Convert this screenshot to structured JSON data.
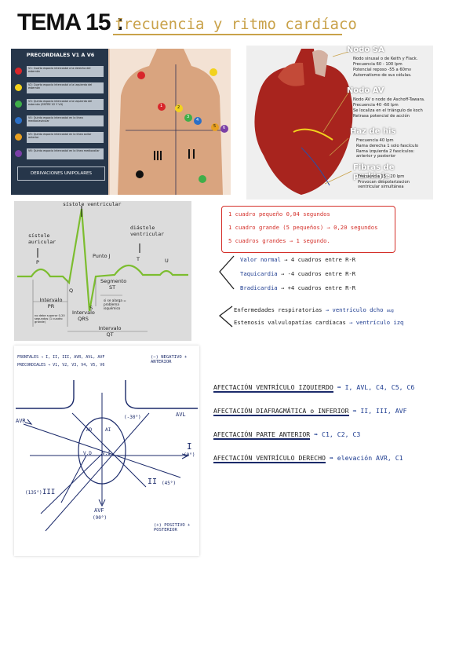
{
  "title": {
    "main": "TEMA 15",
    "colon": ":",
    "subtitle": "frecuencia y ritmo cardíaco"
  },
  "precordiales": {
    "header": "PRECORDIALES V1 A V6",
    "items": [
      {
        "text": "V1: Cuarto espacio intercostal a la derecha del esternón",
        "color": "#d8262a"
      },
      {
        "text": "V2: Cuarto espacio intercostal a la izquierda del esternón",
        "color": "#f2d21d"
      },
      {
        "text": "V3: Quinto espacio intercostal a la izquierda del esternón (ENTRE V2 Y V4)",
        "color": "#3fae49"
      },
      {
        "text": "V4: Quinto espacio intercostal en la línea medioclavicular",
        "color": "#2b6fc6"
      },
      {
        "text": "V5: Quinto espacio intercostal en la línea axilar anterior",
        "color": "#e8a021"
      },
      {
        "text": "V6: Quinto espacio intercostal en la línea medioaxilar",
        "color": "#7a3fa6"
      }
    ],
    "footer": "DERIVACIONES UNIPOLARES",
    "torso_numbers": [
      "1",
      "2",
      "3",
      "4",
      "5",
      "6"
    ]
  },
  "heart": {
    "sa_title": "Nodo SA",
    "sa_lines": [
      "Nodo sinusal o de Keith y Flack.",
      "Frecuencia 60 - 100 lpm",
      "Potencial reposo -55 a 60mv",
      "Automatismo de sus células."
    ],
    "av_title": "Nodo AV",
    "av_lines": [
      "Nodo AV o nodo de Aschoff-Tawara.",
      "Frecuencia 40 -60 lpm",
      "Se localiza en el triángulo de koch",
      "Retrasa potencial de acción"
    ],
    "his_title": "Haz de his",
    "his_lines": [
      "Frecuencia 40 lpm",
      "Rama derecha 1 solo fascículo",
      "Rama izquierda 2 fascículos: anterior y posterior"
    ],
    "purk_title": "Fibras de purkinje",
    "purk_lines": [
      "Frecuencia 15 - 20 lpm",
      "Provocan despolarizacion ventricular simultánea"
    ]
  },
  "ecg": {
    "sistole_v": "sístole ventricular",
    "sistole_a": "sístole auricular",
    "diastole_v": "diástole ventricular",
    "p": "P",
    "q": "Q",
    "r": "R",
    "s": "S",
    "t": "T",
    "u": "U",
    "punto_j": "Punto J",
    "segmento": "Segmento ST",
    "intervalo_pr": "Intervalo PR",
    "pr_note": "no debe superar 0,20 segundos (1 cuadro grande)",
    "intervalo_qrs": "Intervalo QRS",
    "st_note": "si se alarga = problema isquémico",
    "intervalo_qt": "Intervalo QT"
  },
  "notes": {
    "red": [
      "1 cuadro pequeño 0,04 segundos",
      "1 cuadro grande (5 pequeños) → 0,20 segundos",
      "5 cuadros grandes → 1 segundo."
    ],
    "rates": [
      {
        "term": "Valor normal",
        "rest": "→ 4 cuadros entre R-R"
      },
      {
        "term": "Taquicardia",
        "rest": "→ -4 cuadros entre R-R"
      },
      {
        "term": "Bradicardia",
        "rest": "→ +4 cuadros entre R-R"
      }
    ],
    "diseases": [
      {
        "term": "Enfermedades respiratorias",
        "rest": "→ ventrículo dcho",
        "tag": "aug"
      },
      {
        "term": "Estenosis valvulopatías cardíacas",
        "rest": "→ ventrículo izq"
      }
    ]
  },
  "axis": {
    "frontales": "FRONTALES → I, II, III, AVR, AVL, AVF",
    "precordiales": "PRECORDIALES → V1, V2, V3, V4, V5, V6",
    "neg": "(−) NEGATIVO + ANTERIOR",
    "avr": "AVR",
    "avl": "AVL",
    "avl_deg": "(-30°)",
    "i": "I",
    "i_deg": "(0°)",
    "ii": "II",
    "ii_deg": "(45°)",
    "iii": "III",
    "iii_deg": "(135°)",
    "avf": "AVF",
    "avf_deg": "(90°)",
    "pos": "(+) POSITIVO + POSTERIOR",
    "ad": "AD",
    "ai": "AI",
    "vd": "V.D",
    "vi": "V.I"
  },
  "afectacion": [
    {
      "label": "AFECTACIÓN VENTRÍCULO IZQUIERDO",
      "leads": "I, AVL, C4, C5, C6"
    },
    {
      "label": "AFECTACIÓN DIAFRAGMÁTICA o INFERIOR",
      "leads": "II, III, AVF"
    },
    {
      "label": "AFECTACIÓN PARTE ANTERIOR",
      "leads": "C1, C2, C3"
    },
    {
      "label": "AFECTACIÓN VENTRÍCULO DERECHO",
      "leads": "elevación AVR, C1"
    }
  ]
}
